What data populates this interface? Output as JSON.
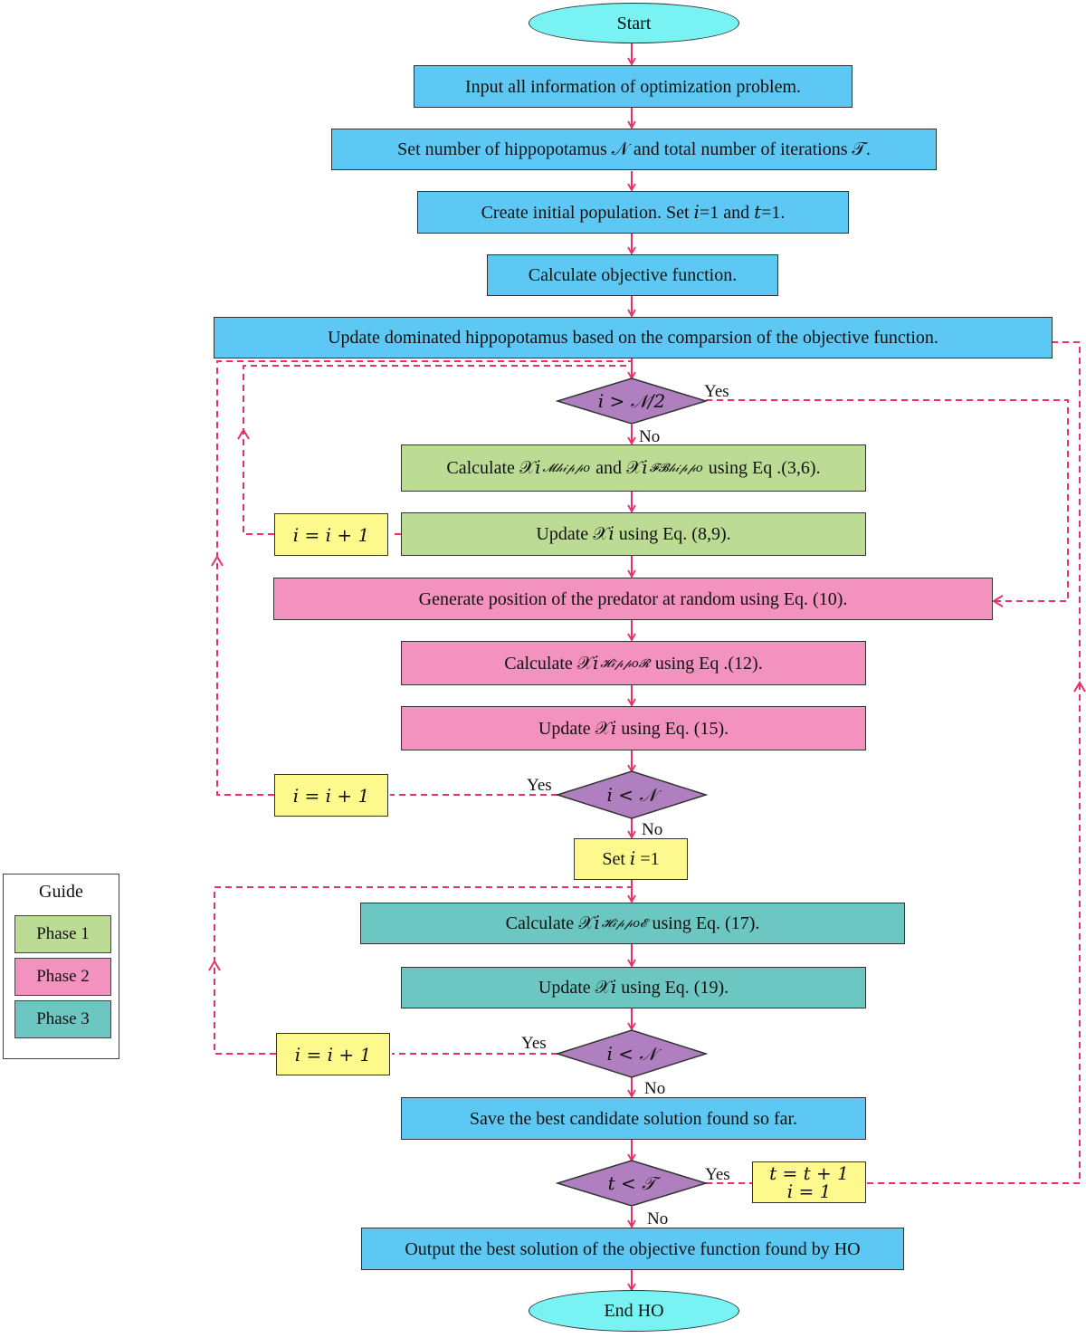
{
  "nodes": {
    "start": "Start",
    "input": "Input all information of optimization problem.",
    "set_number": "Set number of hippopotamus 𝒩 and total number of iterations 𝒯.",
    "create_population": "Create initial population. Set 𝑖=1 and 𝑡=1.",
    "calc_objective": "Calculate objective function.",
    "update_dominated": "Update dominated hippopotamus based on the comparsion of the objective function.",
    "decision_half": "𝑖 > 𝒩/2",
    "phase1_calc_pre": "Calculate 𝒳𝑖",
    "phase1_calc_sup1": "𝓜𝒽𝒾𝓅𝓅𝑜",
    "phase1_calc_mid": "and 𝒳𝑖",
    "phase1_calc_sup2": "𝓕𝓑𝒽𝒾𝓅𝓅𝑜",
    "phase1_calc_post": "using Eq .(3,6).",
    "phase1_update": "Update 𝒳𝑖 using Eq. (8,9).",
    "loop1_increment": "𝑖 = 𝑖 + 1",
    "predator": "Generate position of the predator at random using Eq. (10).",
    "phase2_calc_pre": "Calculate 𝒳𝑖",
    "phase2_calc_sup": "𝓗𝒾𝓅𝓅𝑜𝓡",
    "phase2_calc_post": "using Eq .(12).",
    "phase2_update": "Update 𝒳𝑖 using Eq. (15).",
    "loop2_increment": "𝑖 = 𝑖 + 1",
    "decision_n1": "𝑖 < 𝒩",
    "set_i": "Set 𝑖 =1",
    "phase3_calc_pre": "Calculate 𝒳𝑖",
    "phase3_calc_sup": "𝓗𝒾𝓅𝓅𝑜𝓔",
    "phase3_calc_post": "using Eq. (17).",
    "phase3_update": "Update 𝒳𝑖 using Eq. (19).",
    "loop3_increment": "𝑖 = 𝑖 + 1",
    "decision_n2": "𝑖 < 𝒩",
    "save_best": "Save the best candidate solution found so far.",
    "decision_t": "𝑡 < 𝒯",
    "t_update_line1": "𝑡 = 𝑡 + 1",
    "t_update_line2": "𝑖 = 1",
    "output": "Output the best solution of the objective function found by HO",
    "end": "End HO"
  },
  "edge_labels": {
    "yes_half": "Yes",
    "no_half": "No",
    "yes_n1": "Yes",
    "no_n1": "No",
    "yes_n2": "Yes",
    "no_n2": "No",
    "yes_t": "Yes",
    "no_t": "No"
  },
  "legend": {
    "title": "Guide",
    "phase1": "Phase 1",
    "phase2": "Phase 2",
    "phase3": "Phase 3"
  },
  "colors": {
    "process_blue": "#5ec8f5",
    "phase1_green": "#bcdc95",
    "phase2_pink": "#f391bf",
    "phase3_teal": "#6cc7c2",
    "counter_yellow": "#fdf98d",
    "decision_purple": "#b07fbf",
    "terminal_cyan": "#78f2f2",
    "arrow_red": "#e8306a"
  }
}
